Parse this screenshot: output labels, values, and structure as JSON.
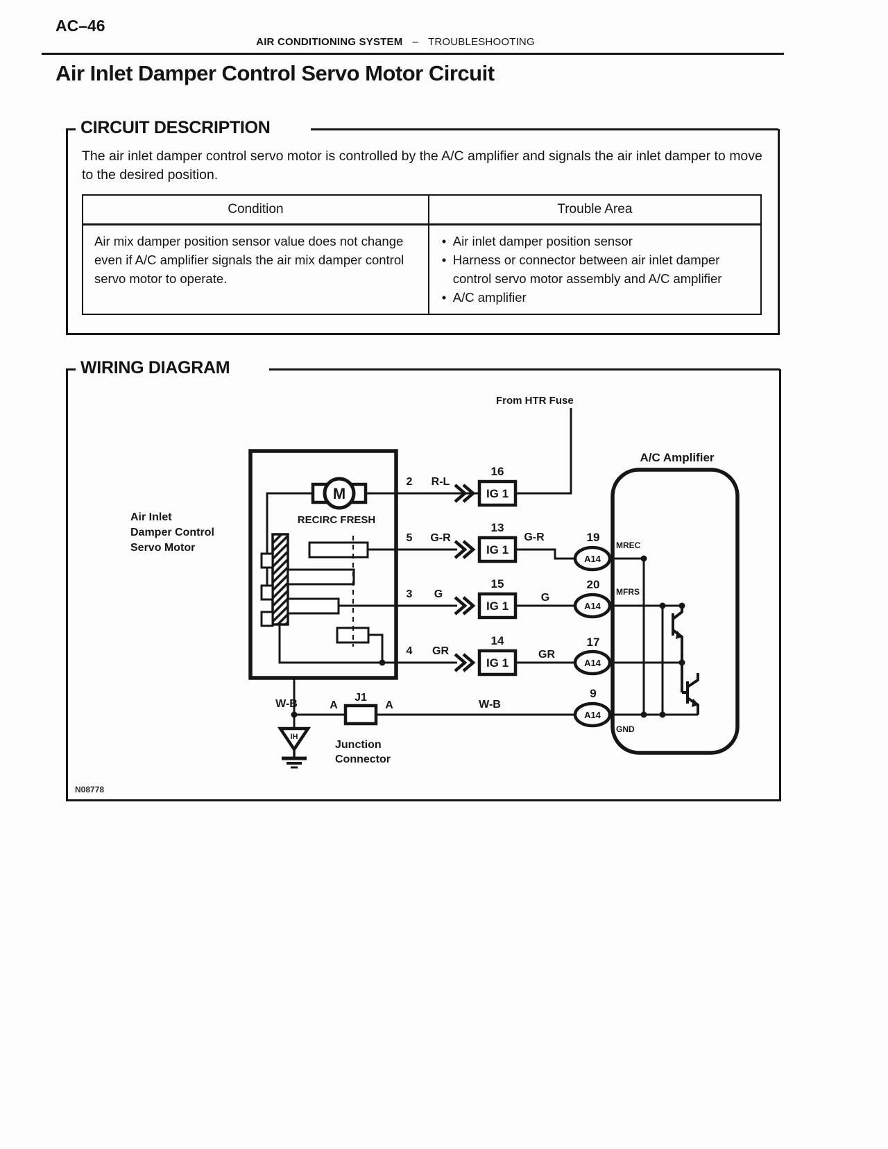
{
  "page": {
    "code": "AC–46",
    "header": {
      "section": "AIR CONDITIONING SYSTEM",
      "separator": "–",
      "subsection": "TROUBLESHOOTING"
    },
    "title": "Air Inlet Damper Control Servo Motor Circuit"
  },
  "circuit_description": {
    "heading": "CIRCUIT DESCRIPTION",
    "body": "The air inlet damper control servo motor is controlled by the A/C amplifier and signals the air inlet damper to move to the desired position.",
    "table": {
      "headers": [
        "Condition",
        "Trouble Area"
      ],
      "condition": "Air mix damper position sensor value does not change even if A/C amplifier signals the air mix damper control servo motor to operate.",
      "trouble_areas": [
        "Air inlet damper position sensor",
        "Harness or connector between air inlet damper control servo motor assembly and A/C amplifier",
        "A/C amplifier"
      ]
    }
  },
  "wiring_diagram": {
    "heading": "WIRING DIAGRAM",
    "figure_code": "N08778",
    "labels": {
      "from_htr_fuse": "From HTR Fuse",
      "ac_amplifier": "A/C Amplifier",
      "servo_motor": [
        "Air Inlet",
        "Damper Control",
        "Servo Motor"
      ],
      "recirc_fresh": "RECIRC FRESH",
      "motor": "M",
      "junction_connector": [
        "Junction",
        "Connector"
      ],
      "ground_code": "IH",
      "j1": "J1",
      "j1_pin_left": "A",
      "j1_pin_right": "A"
    },
    "rows": [
      {
        "pin": "2",
        "wire": "R-L",
        "connector": "IG 1",
        "connector_pin": "16"
      },
      {
        "pin": "5",
        "wire": "G-R",
        "connector": "IG 1",
        "connector_pin": "13",
        "wire2": "G-R",
        "amp_connector": "A14",
        "amp_pin": "19",
        "amp_signal": "MREC"
      },
      {
        "pin": "3",
        "wire": "G",
        "connector": "IG 1",
        "connector_pin": "15",
        "wire2": "G",
        "amp_connector": "A14",
        "amp_pin": "20",
        "amp_signal": "MFRS"
      },
      {
        "pin": "4",
        "wire": "GR",
        "connector": "IG 1",
        "connector_pin": "14",
        "wire2": "GR",
        "amp_connector": "A14",
        "amp_pin": "17"
      },
      {
        "wire": "W-B",
        "wire2": "W-B",
        "amp_connector": "A14",
        "amp_pin": "9",
        "amp_signal": "GND"
      }
    ]
  }
}
